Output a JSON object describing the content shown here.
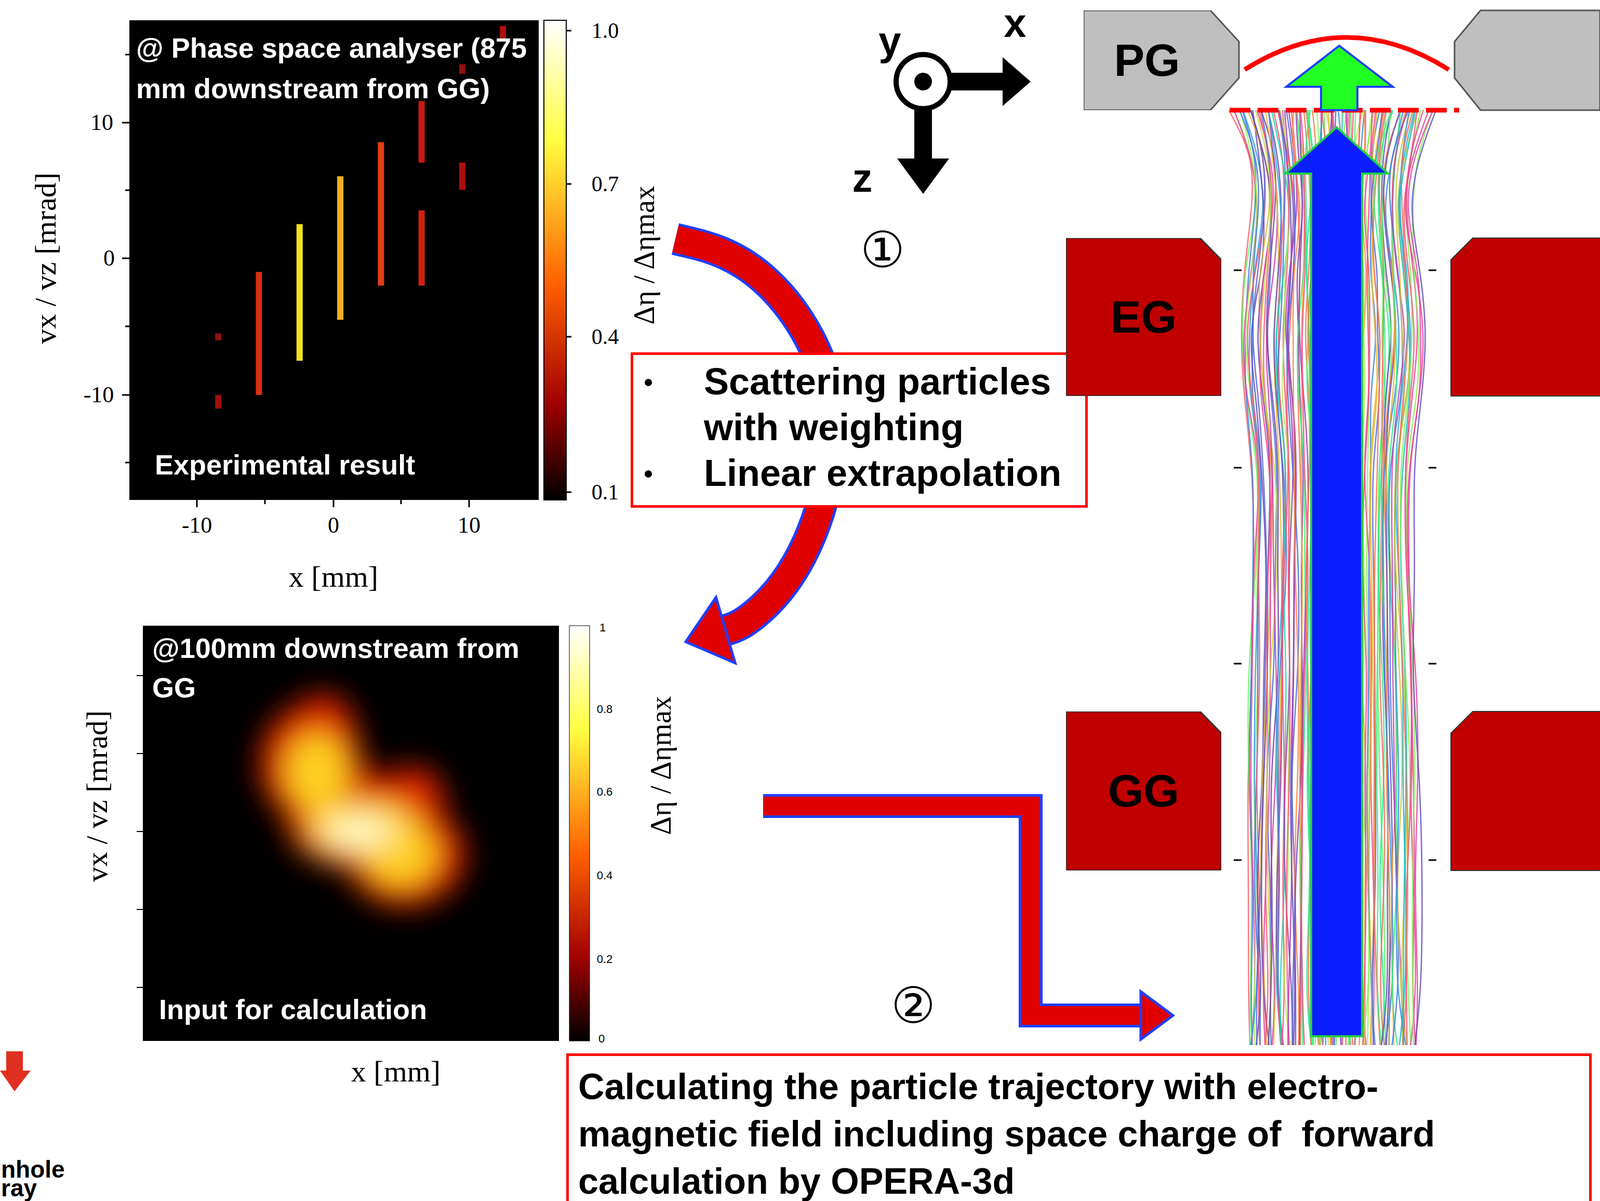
{
  "diagram": {
    "nodes": [
      {
        "text": [
          "@ Phase space analyser (875 mm downstream from GG)",
          "Experimental result"
        ]
      },
      {
        "text": [
          "@100mm downstream from GG",
          "Input for calculation"
        ]
      },
      {
        "text": [
          "Scattering particles with weighting",
          "Linear extrapolation"
        ]
      },
      {
        "text": [
          "PG"
        ]
      },
      {
        "text": [
          "EG"
        ]
      },
      {
        "text": [
          "GG"
        ]
      },
      {
        "text": [
          "Calculating the particle trajectory with electro-magnetic field including space charge of  forward calculation by OPERA-3d"
        ]
      }
    ],
    "edges": [
      {
        "from": 0,
        "to": 1,
        "arrow": "to"
      }
    ],
    "labels": [
      "y",
      "x",
      "z",
      "①",
      "10",
      "0",
      "-10",
      "vx / vz [mrad]",
      "-10",
      "0",
      "10",
      "x [mm]",
      "1.0",
      "0.7",
      "0.4",
      "0.1",
      "Δη / Δηmax",
      "vx / vz [mrad]",
      "x [mm]",
      "1",
      "0.8",
      "0.6",
      "0.4",
      "0.2",
      "0",
      "Δη / Δηmax",
      "②",
      "nhole",
      "ray"
    ]
  }
}
